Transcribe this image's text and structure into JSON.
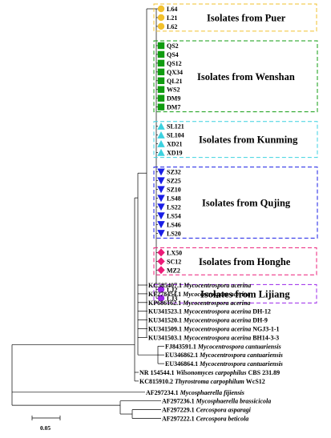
{
  "colors": {
    "puer": "#f2c12e",
    "wenshan": "#109c10",
    "kunming": "#3cd2e0",
    "qujing": "#1a1ee6",
    "honghe": "#ec1c78",
    "lijiang": "#9b25ea",
    "branch": "#000000"
  },
  "groups": [
    {
      "key": "puer",
      "title": "Isolates from Puer",
      "marker": "circle",
      "color": "#f2c12e",
      "isolates": [
        "L64",
        "L21",
        "L62"
      ]
    },
    {
      "key": "wenshan",
      "title": "Isolates from Wenshan",
      "marker": "square",
      "color": "#109c10",
      "isolates": [
        "QS2",
        "QS4",
        "QS12",
        "QX34",
        "QL21",
        "WS2",
        "DM9",
        "DM7"
      ]
    },
    {
      "key": "kunming",
      "title": "Isolates from Kunming",
      "marker": "triangle-up",
      "color": "#3cd2e0",
      "isolates": [
        "SL121",
        "SL104",
        "XD21",
        "XD19"
      ]
    },
    {
      "key": "qujing",
      "title": "Isolates from Qujing",
      "marker": "triangle-down",
      "color": "#1a1ee6",
      "isolates": [
        "SZ32",
        "SZ25",
        "SZ10",
        "LS48",
        "LS22",
        "LS54",
        "LS46",
        "LS20"
      ]
    },
    {
      "key": "honghe",
      "title": "Isolates from Honghe",
      "marker": "diamond",
      "color": "#ec1c78",
      "isolates": [
        "LX50",
        "SC12",
        "MZ2"
      ]
    },
    {
      "key": "lijiang",
      "title": "Isolates from Lijiang",
      "marker": "circle",
      "color": "#9b25ea",
      "isolates": [
        "LJ2",
        "LJ3"
      ]
    }
  ],
  "references": [
    {
      "accession": "KC585407.1",
      "species": "Mycocentrospora acerina",
      "strain": ""
    },
    {
      "accession": "KF278454.1",
      "species": "Mycocentrospora acerina",
      "strain": ""
    },
    {
      "accession": "KP686162.1",
      "species": "Mycocentrospora acerina",
      "strain": ""
    },
    {
      "accession": "KU341523.1",
      "species": "Mycocentrospora acerina",
      "strain": "DH-12"
    },
    {
      "accession": "KU341520.1",
      "species": "Mycocentrospora acerina",
      "strain": "DH-9"
    },
    {
      "accession": "KU341509.1",
      "species": "Mycocentrospora acerina",
      "strain": "NGJ3-1-1"
    },
    {
      "accession": "KU341503.1",
      "species": "Mycocentrospora acerina",
      "strain": "BH14-3-3"
    },
    {
      "accession": "FJ843591.1",
      "species": "Mycocentrospora cantuariensis",
      "strain": ""
    },
    {
      "accession": "EU346862.1",
      "species": "Mycocentrospora cantuariensis",
      "strain": ""
    },
    {
      "accession": "EU346864.1",
      "species": "Mycocentrospora cantuariensis",
      "strain": ""
    },
    {
      "accession": "NR 154544.1",
      "species": "Wilsonomyces carpophilus",
      "strain": "CBS 231.89"
    },
    {
      "accession": "KC815910.2",
      "species": "Thyrostroma carpophilum",
      "strain": "WcS12"
    },
    {
      "accession": "AF297234.1",
      "species": "Mycosphaerella fijiensis",
      "strain": ""
    },
    {
      "accession": "AF297236.1",
      "species": "Mycosphaerella brassicicola",
      "strain": ""
    },
    {
      "accession": "AF297229.1",
      "species": "Cercospora asparagi",
      "strain": ""
    },
    {
      "accession": "AF297222.1",
      "species": "Cercospora beticola",
      "strain": ""
    }
  ],
  "scale_bar": {
    "label": "0.05",
    "value": 0.05
  }
}
